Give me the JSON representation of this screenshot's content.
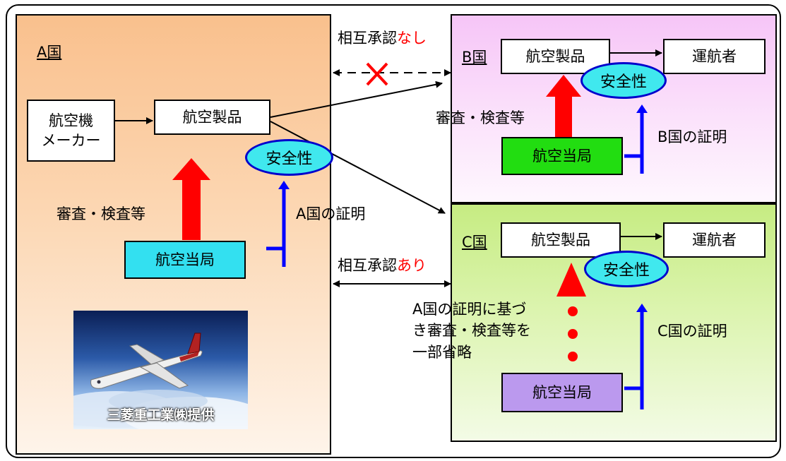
{
  "country_a": {
    "label": "A国",
    "manufacturer_box": "航空機\nメーカー",
    "product_box": "航空製品",
    "safety": "安全性",
    "inspection_label": "審査・検査等",
    "certification_label": "A国の証明",
    "authority_box": "航空当局",
    "photo_caption": "三菱重工業㈱提供"
  },
  "country_b": {
    "label": "B国",
    "product_box": "航空製品",
    "operator_box": "運航者",
    "safety": "安全性",
    "inspection_label": "審査・検査等",
    "certification_label": "B国の証明",
    "authority_box": "航空当局"
  },
  "country_c": {
    "label": "C国",
    "product_box": "航空製品",
    "operator_box": "運航者",
    "safety": "安全性",
    "partial_label": "A国の証明に基づ\nき審査・検査等を\n一部省略",
    "certification_label": "C国の証明",
    "authority_box": "航空当局"
  },
  "mutual_recognition_none": {
    "prefix": "相互承認",
    "emphasis": "なし"
  },
  "mutual_recognition_yes": {
    "prefix": "相互承認",
    "emphasis": "あり"
  },
  "colors": {
    "authority_a": "#33e0f0",
    "authority_b": "#22dd11",
    "authority_c": "#bb99ee",
    "inspection_arrow": "#ff0000",
    "certification_arrow": "#0000ff",
    "safety_fill": "#40e8ee",
    "emphasis_text": "#ff0000"
  }
}
